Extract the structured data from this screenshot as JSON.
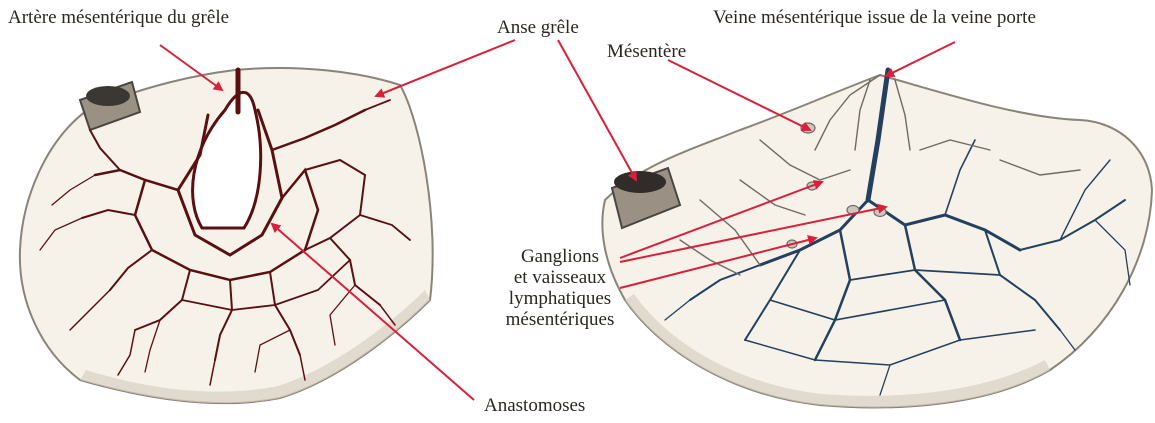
{
  "labels": {
    "arterial_artery": "Artère mésentérique du grêle",
    "small_loop": "Anse grêle",
    "mesentery": "Mésentère",
    "vein": "Veine mésentérique issue de la veine porte",
    "lymph_line1": "Ganglions",
    "lymph_line2": "et vaisseaux",
    "lymph_line3": "lymphatiques",
    "lymph_line4": "mésentériques",
    "anastomoses": "Anastomoses"
  },
  "colors": {
    "artery": "#5a1010",
    "vein": "#24405e",
    "arrow": "#d8203a",
    "tissue": "#f6f2ea",
    "shading": "#8a8378",
    "text": "#2a2622"
  }
}
